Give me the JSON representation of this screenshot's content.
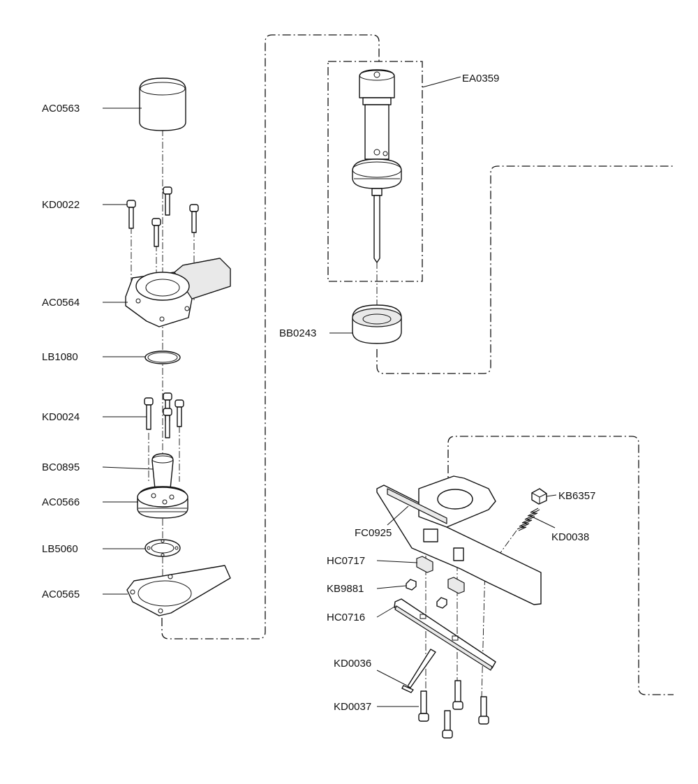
{
  "labels": {
    "ac0563": "AC0563",
    "kd0022": "KD0022",
    "ac0564": "AC0564",
    "lb1080": "LB1080",
    "kd0024": "KD0024",
    "bc0895": "BC0895",
    "ac0566": "AC0566",
    "lb5060": "LB5060",
    "ac0565": "AC0565",
    "ea0359": "EA0359",
    "bb0243": "BB0243",
    "kb6357": "KB6357",
    "fc0925": "FC0925",
    "kd0038": "KD0038",
    "hc0717": "HC0717",
    "kb9881": "KB9881",
    "hc0716": "HC0716",
    "kd0036": "KD0036",
    "kd0037": "KD0037"
  }
}
